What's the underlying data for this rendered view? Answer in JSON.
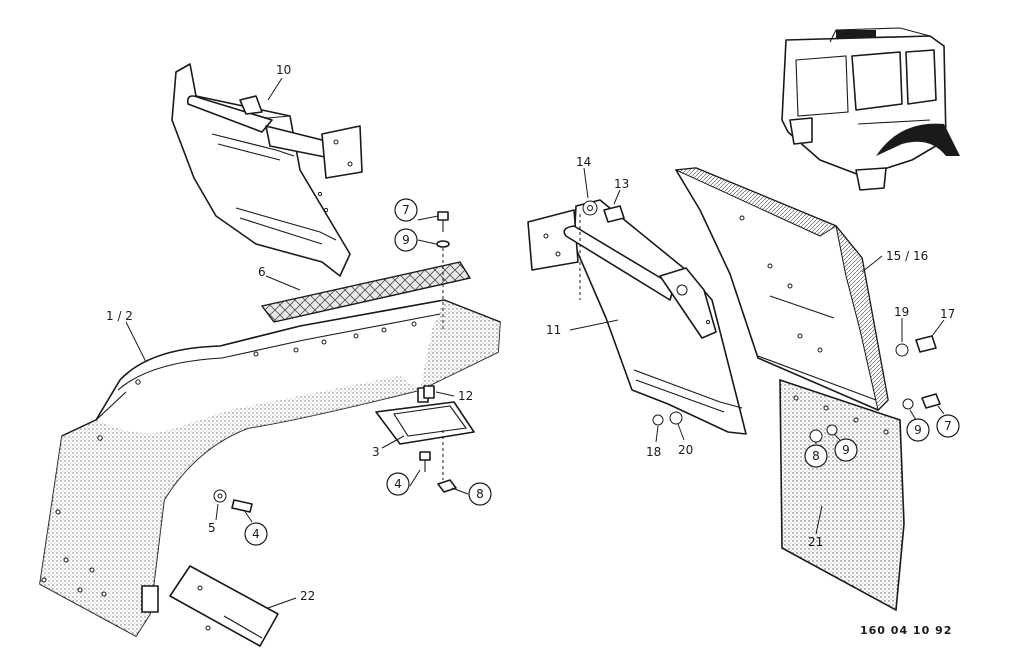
{
  "drawing_reference": "160 04 10 92",
  "labels": [
    {
      "text": "10"
    },
    {
      "text": "6"
    },
    {
      "text": "1 / 2"
    },
    {
      "text": "12"
    },
    {
      "text": "3"
    },
    {
      "text": "5"
    },
    {
      "text": "22"
    },
    {
      "text": "14"
    },
    {
      "text": "13"
    },
    {
      "text": "11"
    },
    {
      "text": "15 / 16"
    },
    {
      "text": "19"
    },
    {
      "text": "17"
    },
    {
      "text": "18"
    },
    {
      "text": "20"
    },
    {
      "text": "21"
    }
  ],
  "callouts": [
    {
      "text": "7"
    },
    {
      "text": "9"
    },
    {
      "text": "4"
    },
    {
      "text": "8"
    },
    {
      "text": "4"
    },
    {
      "text": "9"
    },
    {
      "text": "7"
    },
    {
      "text": "8"
    },
    {
      "text": "9"
    }
  ],
  "colors": {
    "line": "#1a1a1a",
    "background": "#ffffff"
  }
}
